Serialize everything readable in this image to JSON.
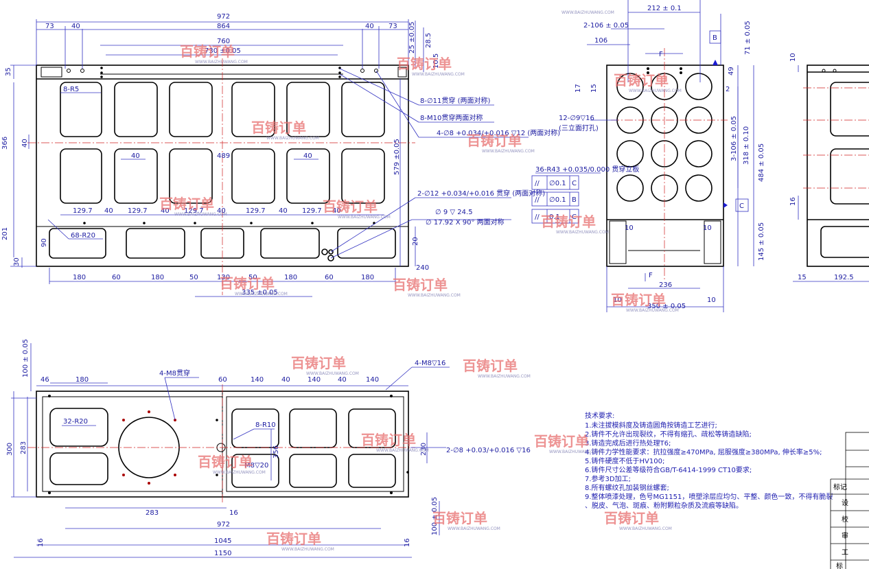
{
  "front_view": {
    "dims_top": [
      "972",
      "864",
      "760",
      "730 ±0.05",
      "73",
      "40",
      "40",
      "73"
    ],
    "dims_right": [
      "25 ±0.05",
      "28.5",
      "10.5",
      "579 ±0.05",
      "20",
      "240"
    ],
    "dims_left": [
      "35",
      "366",
      "40",
      "201",
      "30",
      "90"
    ],
    "dims_mid": [
      "40",
      "489",
      "40",
      "129.7",
      "40",
      "129.7",
      "40",
      "129.7",
      "40",
      "129.7",
      "40",
      "129.7",
      "40"
    ],
    "dims_bottom": [
      "180",
      "60",
      "180",
      "50",
      "130",
      "50",
      "180",
      "60",
      "180"
    ],
    "dim_bottom_total": "335 ±0.05",
    "callouts": [
      "8-R5",
      "68-R20",
      "8-∅11贯穿 (两面对称)",
      "8-M10贯穿两面对称",
      "4-∅8 +0.034/+0.016 ▽12 (两面对称)",
      "2-∅12 +0.034/+0.016 贯穿 (两面对称)",
      "∅ 9 ▽ 24.5",
      "∅ 17.92 X 90° 两面对称"
    ]
  },
  "side_view": {
    "dims": [
      "212 ± 0.1",
      "2-106 ± 0.05",
      "106",
      "71 ± 0.05",
      "17",
      "15",
      "49",
      "2",
      "3-106 ± 0.05",
      "318 ± 0.10",
      "484 ± 0.05",
      "145 ± 0.05",
      "10",
      "10",
      "236",
      "10",
      "10",
      "350 ± 0.05"
    ],
    "callouts": [
      "12-∅9▽16",
      "(三立面打孔)",
      "36-R43 +0.035/0.000 贯穿立板",
      "F",
      "F"
    ],
    "datums": [
      "B",
      "C"
    ],
    "tolerances": [
      {
        "symbol": "//",
        "value": "∅0.1",
        "datum": "C"
      },
      {
        "symbol": "//",
        "value": "∅0.1",
        "datum": "B"
      },
      {
        "symbol": "//",
        "value": "0.1",
        "datum": "C"
      }
    ]
  },
  "right_view": {
    "dims": [
      "10",
      "16",
      "15",
      "192.5"
    ]
  },
  "top_view": {
    "dims_top": [
      "46",
      "180",
      "60",
      "140",
      "40",
      "140",
      "40",
      "140"
    ],
    "dims_left": [
      "100 ± 0.05",
      "300",
      "283"
    ],
    "dims_bottom": [
      "283",
      "16",
      "972",
      "1045",
      "1150",
      "16",
      "16",
      "100 ± 0.05"
    ],
    "dims_mid": [
      "356",
      "230"
    ],
    "callouts": [
      "4-M8贯穿",
      "4-M8▽16",
      "32-R20",
      "8-R10",
      "2-∅8 +0.03/+0.016 ▽16",
      "M8▽20"
    ]
  },
  "notes": {
    "title": "技术要求:",
    "items": [
      "1.未注拔模斜度及铸造圆角按铸造工艺进行;",
      "2.铸件不允许出现裂纹，不得有缩孔、疏松等铸造缺陷;",
      "3.铸造完成后进行热处理T6;",
      "4.铸件力学性能要求：抗拉强度≥470MPa, 屈服强度≥380MPa, 伸长率≥5%;",
      "5.铸件硬度不低于HV100;",
      "6.铸件尺寸公差等级符合GB/T-6414-1999 CT10要求;",
      "7.参考3D加工;",
      "8.所有螺纹孔加装钢丝螺套;",
      "9.整体喷漆处理，色号MG1151，喷塑涂层应均匀、平整、颜色一致，不得有脆裂",
      "、脱皮、气泡、斑痕、粉附颗粒杂质及流痕等缺陷。"
    ]
  },
  "title_block": [
    "标记",
    "设",
    "校",
    "审",
    "工",
    "标"
  ],
  "watermark": {
    "brand": "百铸订单",
    "url": "WWW.BAIZHUWANG.COM"
  }
}
